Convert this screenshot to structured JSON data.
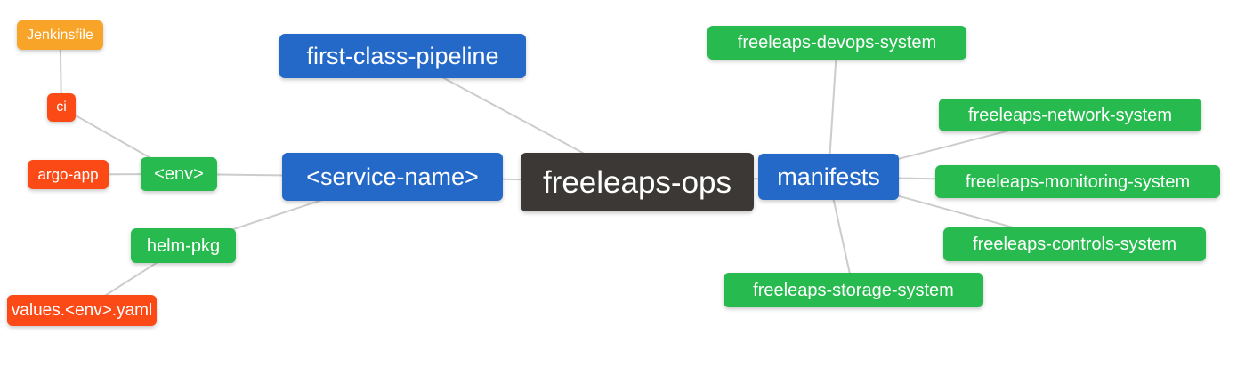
{
  "diagram": {
    "type": "mindmap",
    "root_label": "freeleaps-ops",
    "colors": {
      "depth0": "#3b3835",
      "depth1": "#2569c8",
      "depth2": "#27ba4e",
      "depth3": "#fc4a17",
      "depth4": "#f7a428",
      "edge": "#cccccc",
      "background": "#ffffff",
      "text": "#ffffff"
    },
    "nodes": [
      {
        "id": "freeleaps-ops",
        "label": "freeleaps-ops",
        "depth": 0
      },
      {
        "id": "first-class-pipeline",
        "label": "first-class-pipeline",
        "depth": 1
      },
      {
        "id": "service-name",
        "label": "<service-name>",
        "depth": 1
      },
      {
        "id": "manifests",
        "label": "manifests",
        "depth": 1
      },
      {
        "id": "env",
        "label": "<env>",
        "depth": 2
      },
      {
        "id": "helm-pkg",
        "label": "helm-pkg",
        "depth": 2
      },
      {
        "id": "ci",
        "label": "ci",
        "depth": 3
      },
      {
        "id": "argo-app",
        "label": "argo-app",
        "depth": 3
      },
      {
        "id": "jenkinsfile",
        "label": "Jenkinsfile",
        "depth": 4
      },
      {
        "id": "values-env-yaml",
        "label": "values.<env>.yaml",
        "depth": 3
      },
      {
        "id": "freeleaps-devops-system",
        "label": "freeleaps-devops-system",
        "depth": 2
      },
      {
        "id": "freeleaps-network-system",
        "label": "freeleaps-network-system",
        "depth": 2
      },
      {
        "id": "freeleaps-monitoring-system",
        "label": "freeleaps-monitoring-system",
        "depth": 2
      },
      {
        "id": "freeleaps-controls-system",
        "label": "freeleaps-controls-system",
        "depth": 2
      },
      {
        "id": "freeleaps-storage-system",
        "label": "freeleaps-storage-system",
        "depth": 2
      }
    ],
    "edges": [
      {
        "from": "freeleaps-ops",
        "to": "first-class-pipeline"
      },
      {
        "from": "freeleaps-ops",
        "to": "service-name"
      },
      {
        "from": "freeleaps-ops",
        "to": "manifests"
      },
      {
        "from": "service-name",
        "to": "env"
      },
      {
        "from": "service-name",
        "to": "helm-pkg"
      },
      {
        "from": "env",
        "to": "ci"
      },
      {
        "from": "env",
        "to": "argo-app"
      },
      {
        "from": "ci",
        "to": "jenkinsfile"
      },
      {
        "from": "helm-pkg",
        "to": "values-env-yaml"
      },
      {
        "from": "manifests",
        "to": "freeleaps-devops-system"
      },
      {
        "from": "manifests",
        "to": "freeleaps-network-system"
      },
      {
        "from": "manifests",
        "to": "freeleaps-monitoring-system"
      },
      {
        "from": "manifests",
        "to": "freeleaps-controls-system"
      },
      {
        "from": "manifests",
        "to": "freeleaps-storage-system"
      }
    ]
  }
}
